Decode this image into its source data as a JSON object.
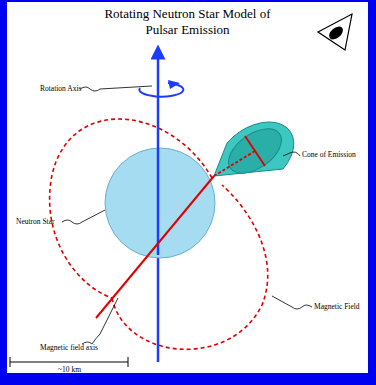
{
  "diagram": {
    "title": "Rotating Neutron Star Model of Pulsar Emission",
    "labels": [
      "Rotation Axis",
      "Cone of Emission",
      "Neutron Star",
      "Magnetic Field",
      "Magnetic field axis",
      "~10 km"
    ]
  }
}
